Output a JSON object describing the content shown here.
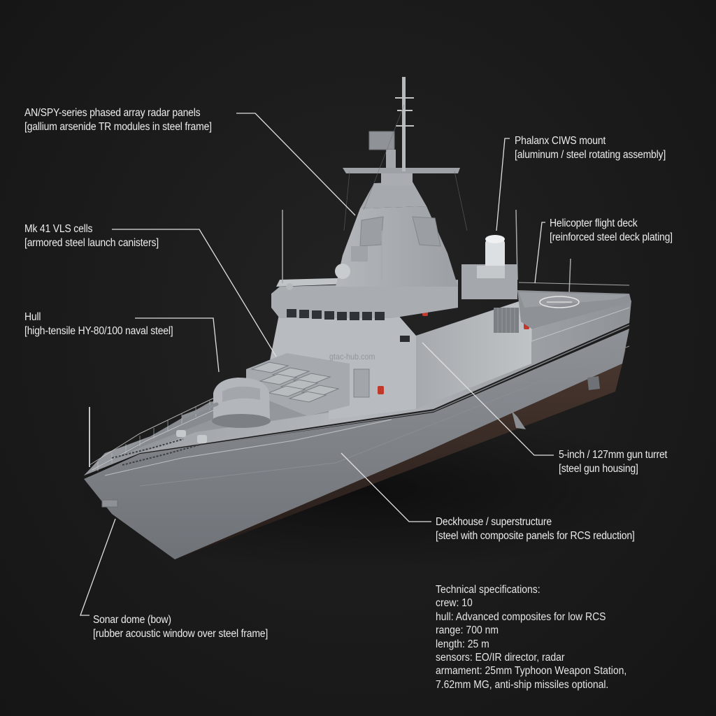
{
  "diagram": {
    "subject": "Stealth corvette / patrol ship 3D render with material callouts",
    "background_color": "#1b1b1b",
    "hull_color": "#a9adb1",
    "waterline_color": "#3a2a24",
    "line_color": "#e0e0e0"
  },
  "watermark": "gtac-hub.com",
  "callouts": [
    {
      "id": "radar",
      "title": "AN/SPY-series phased array radar panels",
      "material": "[gallium arsenide TR modules in steel frame]"
    },
    {
      "id": "ciws",
      "title": "Phalanx CIWS mount",
      "material": "[aluminum / steel rotating assembly]"
    },
    {
      "id": "helideck",
      "title": "Helicopter flight deck",
      "material": "[reinforced steel deck plating]"
    },
    {
      "id": "vls",
      "title": "Mk 41 VLS cells",
      "material": "[armored steel launch canisters]"
    },
    {
      "id": "hull",
      "title": "Hull",
      "material": "[high-tensile HY-80/100 naval steel]"
    },
    {
      "id": "gun",
      "title": "5-inch / 127mm gun turret",
      "material": "[steel gun housing]"
    },
    {
      "id": "deckhouse",
      "title": "Deckhouse / superstructure",
      "material": "[steel with composite panels for RCS reduction]"
    },
    {
      "id": "sonar",
      "title": "Sonar dome (bow)",
      "material": "[rubber acoustic window over steel frame]"
    }
  ],
  "specs": {
    "heading": "Technical specifications:",
    "lines": [
      "crew: 10",
      "hull: Advanced composites for low RCS",
      "range: 700 nm",
      "length: 25 m",
      "sensors: EO/IR director, radar",
      "armament: 25mm Typhoon Weapon Station,",
      "7.62mm MG, anti-ship missiles optional."
    ]
  }
}
